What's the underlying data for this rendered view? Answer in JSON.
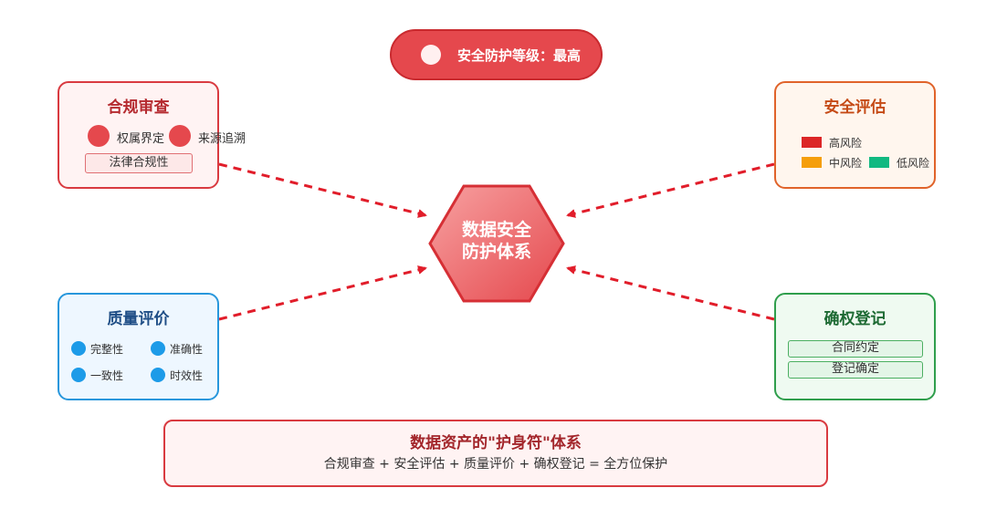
{
  "top_badge": {
    "label": "安全防护等级：最高"
  },
  "center": {
    "line1": "数据安全",
    "line2": "防护体系"
  },
  "compliance": {
    "title": "合规审查",
    "items": [
      "权属界定",
      "来源追溯"
    ],
    "box_label": "法律合规性"
  },
  "security": {
    "title": "安全评估",
    "legend": [
      {
        "label": "高风险",
        "color": "#dc2626"
      },
      {
        "label": "中风险",
        "color": "#f59e0b"
      },
      {
        "label": "低风险",
        "color": "#10b981"
      }
    ]
  },
  "quality": {
    "title": "质量评价",
    "items": [
      "完整性",
      "准确性",
      "一致性",
      "时效性"
    ]
  },
  "ownership": {
    "title": "确权登记",
    "items": [
      "合同约定",
      "登记确定"
    ]
  },
  "summary": {
    "title": "数据资产的\"护身符\"体系",
    "subtitle": "合规审查 + 安全评估 + 质量评价 + 确权登记 = 全方位保护"
  },
  "colors": {
    "primary_red": "#e5484d",
    "orange": "#e0632a",
    "blue": "#2897dc",
    "green": "#2f9e4c"
  }
}
